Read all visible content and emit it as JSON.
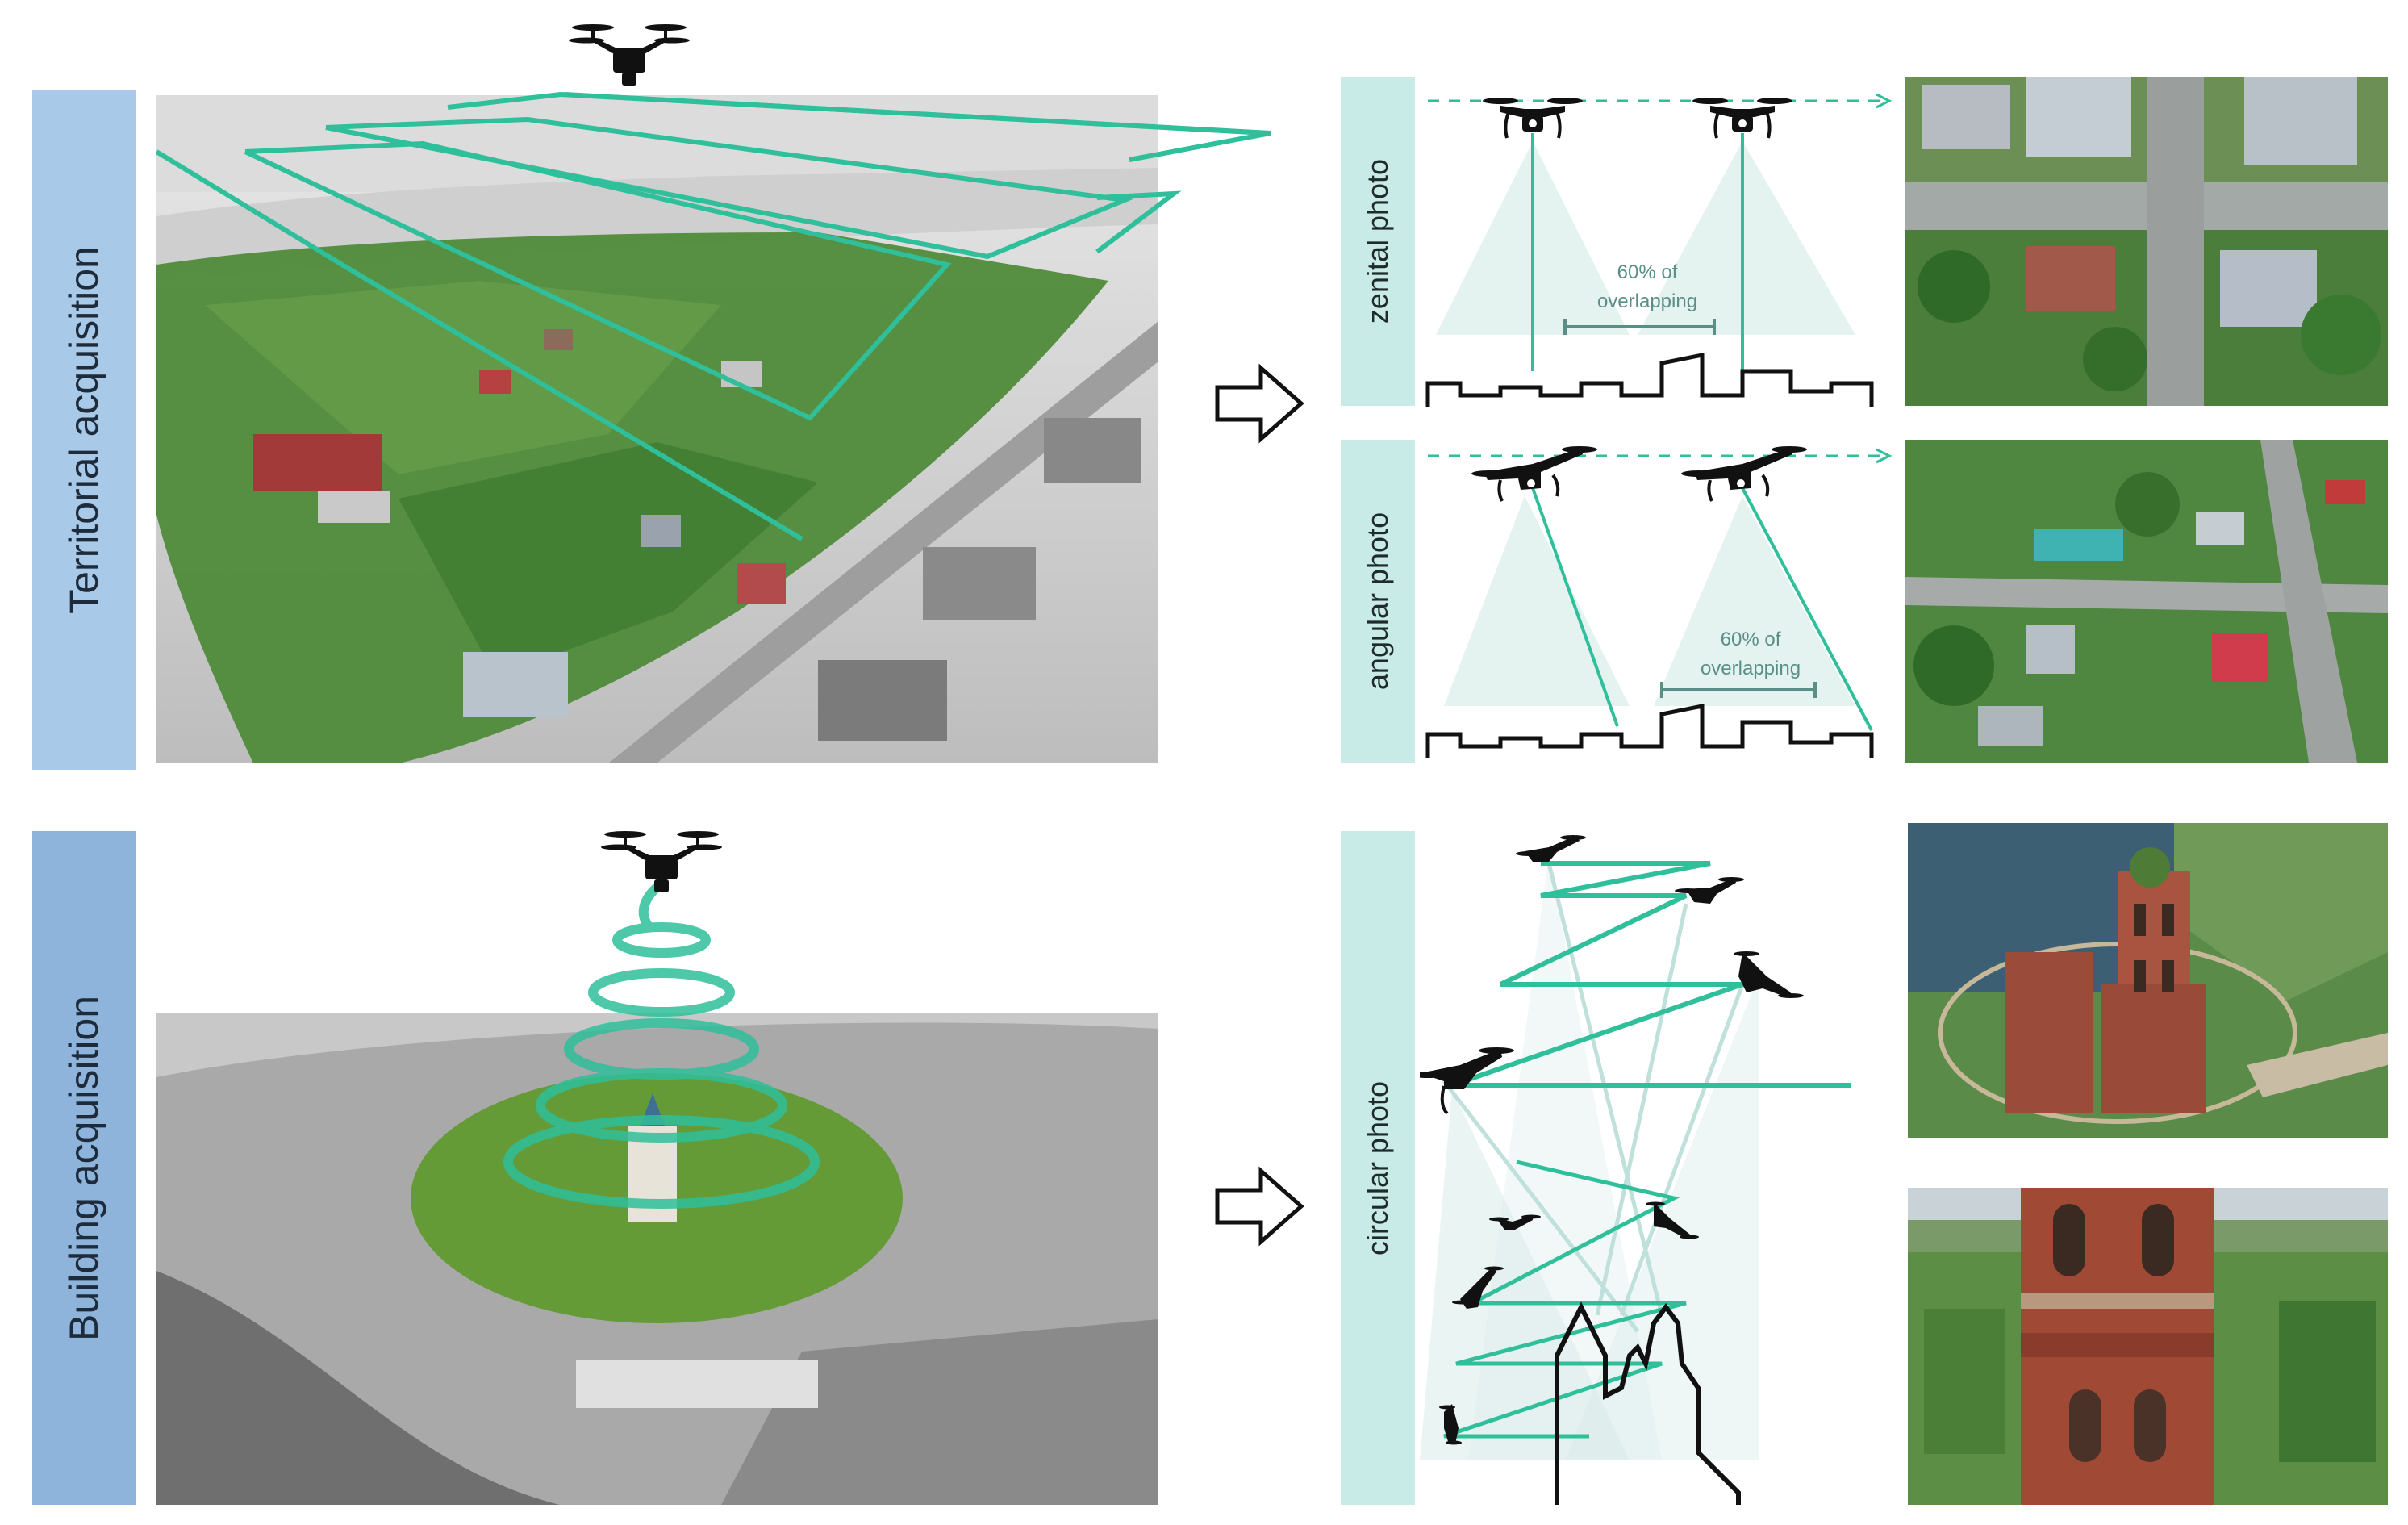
{
  "sections": {
    "territorial": "Territorial acquisition",
    "building": "Building acquisition"
  },
  "modes": {
    "zenital": "zenital photo",
    "angular": "angular photo",
    "circular": "circular photo"
  },
  "overlap": {
    "zenital_line1": "60% of",
    "zenital_line2": "overlapping",
    "angular_line1": "60% of",
    "angular_line2": "overlapping"
  },
  "colors": {
    "flight_path": "#2fbf9a",
    "section_band": "#a9c9e8",
    "mode_band": "#c9ebe7",
    "view_cone": "#d9ecea"
  },
  "icons": [
    "drone-icon",
    "arrow-right-icon",
    "camera-icon"
  ]
}
